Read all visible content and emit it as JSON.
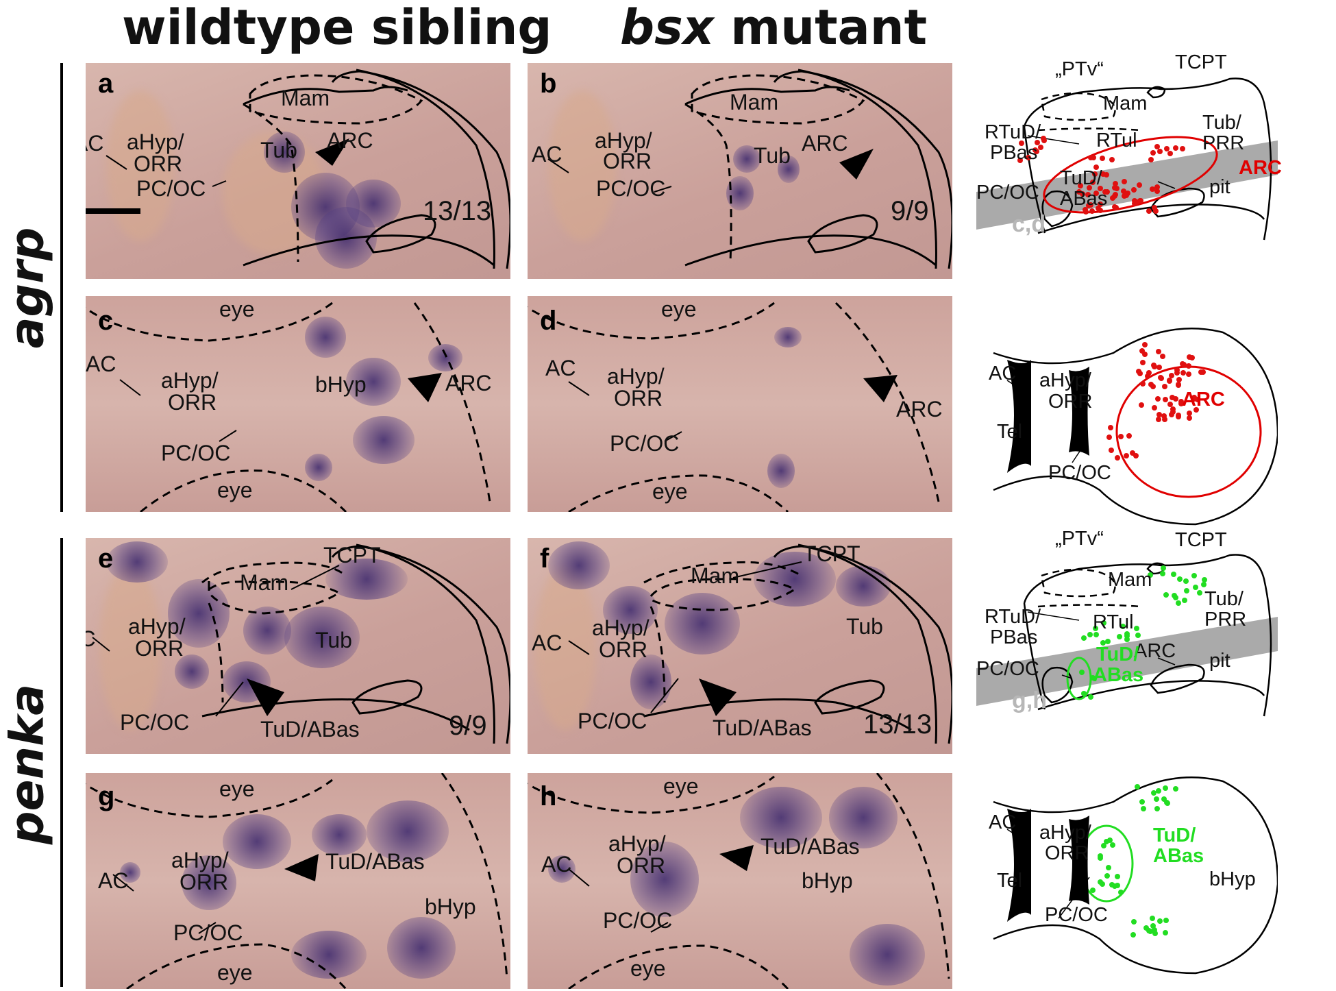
{
  "column_titles": {
    "left": "wildtype sibling",
    "mid_italic": "bsx",
    "mid_rest": " mutant"
  },
  "row_titles": {
    "top": "agrp",
    "bottom": "penka"
  },
  "panels": {
    "a": {
      "letter": "a",
      "ratio": "13/13",
      "labels": {
        "mam": "Mam",
        "ac": "AC",
        "ahyp": "aHyp/",
        "orr": "ORR",
        "tub": "Tub",
        "arc": "ARC",
        "pcoc": "PC/OC"
      }
    },
    "b": {
      "letter": "b",
      "ratio": "9/9",
      "labels": {
        "mam": "Mam",
        "ac": "AC",
        "ahyp": "aHyp/",
        "orr": "ORR",
        "tub": "Tub",
        "arc": "ARC",
        "pcoc": "PC/OC"
      }
    },
    "c": {
      "letter": "c",
      "labels": {
        "eye_top": "eye",
        "eye_bottom": "eye",
        "ac": "AC",
        "ahyp": "aHyp/",
        "orr": "ORR",
        "bhyp": "bHyp",
        "arc": "ARC",
        "pcoc": "PC/OC"
      }
    },
    "d": {
      "letter": "d",
      "labels": {
        "eye_top": "eye",
        "eye_bottom": "eye",
        "ac": "AC",
        "ahyp": "aHyp/",
        "orr": "ORR",
        "arc": "ARC",
        "pcoc": "PC/OC"
      }
    },
    "e": {
      "letter": "e",
      "ratio": "9/9",
      "labels": {
        "tcpt": "TCPT",
        "mam": "Mam",
        "ac": "AC",
        "ahyp": "aHyp/",
        "orr": "ORR",
        "tub": "Tub",
        "pcoc": "PC/OC",
        "tud": "TuD/ABas"
      }
    },
    "f": {
      "letter": "f",
      "ratio": "13/13",
      "labels": {
        "tcpt": "TCPT",
        "mam": "Mam",
        "ac": "AC",
        "ahyp": "aHyp/",
        "orr": "ORR",
        "tub": "Tub",
        "pcoc": "PC/OC",
        "tud": "TuD/ABas"
      }
    },
    "g": {
      "letter": "g",
      "labels": {
        "eye_top": "eye",
        "eye_bottom": "eye",
        "ac": "AC",
        "ahyp": "aHyp/",
        "orr": "ORR",
        "tud": "TuD/ABas",
        "bhyp": "bHyp",
        "pcoc": "PC/OC"
      }
    },
    "h": {
      "letter": "h",
      "labels": {
        "eye_top": "eye",
        "eye_bottom": "eye",
        "ac": "AC",
        "ahyp": "aHyp/",
        "orr": "ORR",
        "tud": "TuD/ABas",
        "bhyp": "bHyp",
        "pcoc": "PC/OC"
      }
    }
  },
  "schematics": {
    "agrp_lateral": {
      "ptv": "„PTv“",
      "tcpt": "TCPT",
      "mam": "Mam",
      "rtud": "RTuD/",
      "pbas": "PBas",
      "rtul": "RTul",
      "tub": "Tub/",
      "prr": "PRR",
      "arc": "ARC",
      "tud": "TuD/",
      "abas": "ABas",
      "pcoc": "PC/OC",
      "pit": "pit",
      "plane": "c,d",
      "dot_color": "#e01010"
    },
    "agrp_dorsal": {
      "ac": "AC",
      "ahyp": "aHyp/",
      "orr": "ORR",
      "tel": "Tel",
      "pcoc": "PC/OC",
      "arc": "ARC",
      "dot_color": "#e01010"
    },
    "penka_lateral": {
      "ptv": "„PTv“",
      "tcpt": "TCPT",
      "mam": "Mam",
      "rtud": "RTuD/",
      "pbas": "PBas",
      "rtul": "RTul",
      "tub": "Tub/",
      "prr": "PRR",
      "arc": "ARC",
      "tud": "TuD/",
      "abas": "ABas",
      "pcoc": "PC/OC",
      "pit": "pit",
      "plane": "g,h",
      "dot_color": "#22dd22"
    },
    "penka_dorsal": {
      "ac": "AC",
      "ahyp": "aHyp/",
      "orr": "ORR",
      "tel": "Tel",
      "pcoc": "PC/OC",
      "tud": "TuD/",
      "abas": "ABas",
      "bhyp": "bHyp",
      "dot_color": "#22dd22"
    }
  },
  "colors": {
    "stain": "#3c2a70",
    "tissue": "#d1aba4",
    "red_marker": "#e00000",
    "green_marker": "#22dd22",
    "section_plane": "#aaaaaa"
  }
}
